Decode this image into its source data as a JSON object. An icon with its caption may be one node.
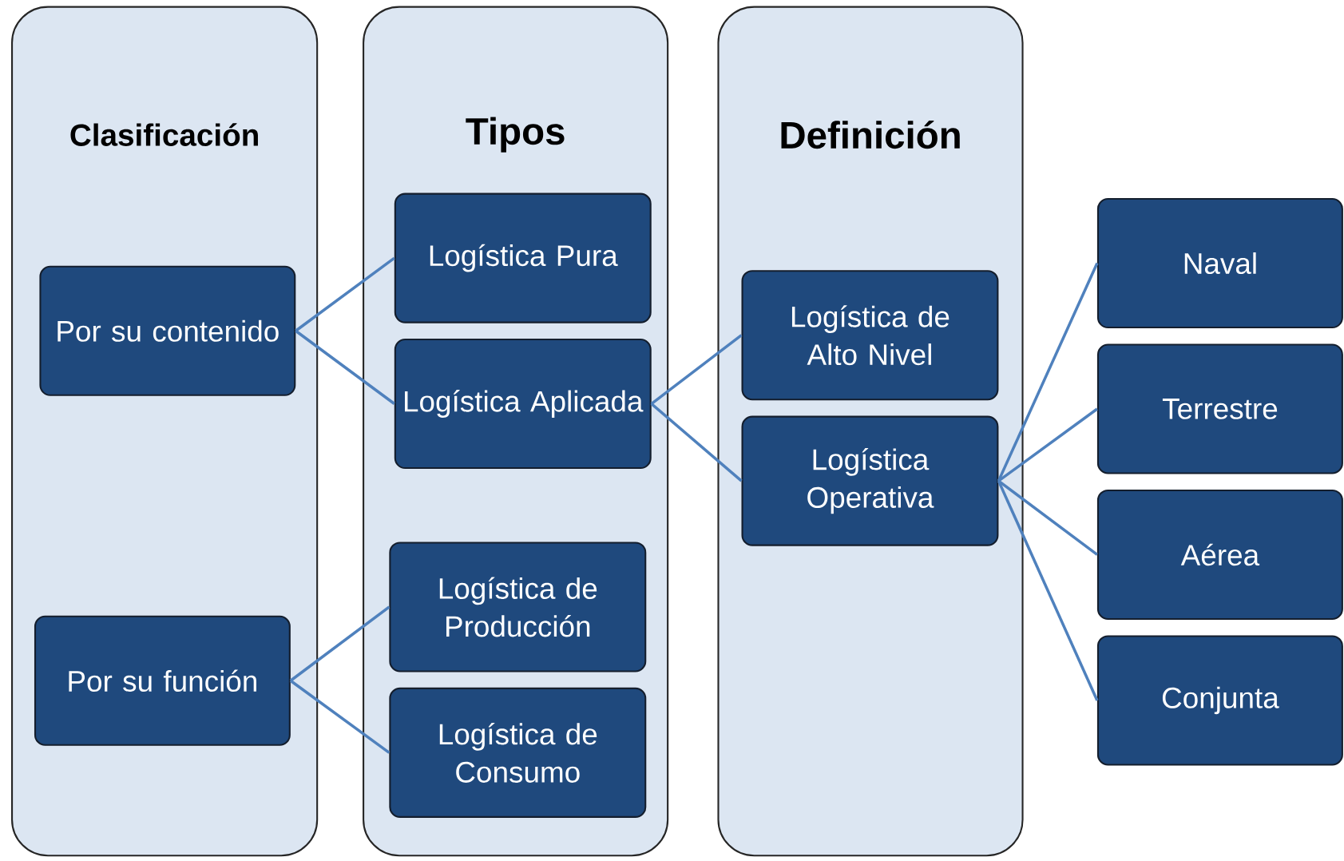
{
  "diagram": {
    "nodes": [
      {
        "text": [
          "Clasificación"
        ]
      },
      {
        "text": [
          "Por su contenido"
        ],
        "in": 0
      },
      {
        "text": [
          "Por su función"
        ],
        "in": 0
      },
      {
        "text": [
          "Tipos"
        ]
      },
      {
        "text": [
          "Logística Pura"
        ],
        "in": 3
      },
      {
        "text": [
          "Logística Aplicada"
        ],
        "in": 3
      },
      {
        "text": [
          "Logística de Producción"
        ],
        "in": 3
      },
      {
        "text": [
          "Logística de Consumo"
        ],
        "in": 3
      },
      {
        "text": [
          "Definición"
        ]
      },
      {
        "text": [
          "Logística de Alto Nivel"
        ],
        "in": 8
      },
      {
        "text": [
          "Logística Operativa"
        ],
        "in": 8
      },
      {
        "text": [
          "Naval"
        ]
      },
      {
        "text": [
          "Terrestre"
        ]
      },
      {
        "text": [
          "Aérea"
        ]
      },
      {
        "text": [
          "Conjunta"
        ]
      }
    ],
    "edges": [
      {
        "from": 1,
        "to": 4,
        "arrow": "none"
      },
      {
        "from": 1,
        "to": 5,
        "arrow": "none"
      },
      {
        "from": 2,
        "to": 6,
        "arrow": "none"
      },
      {
        "from": 2,
        "to": 7,
        "arrow": "none"
      },
      {
        "from": 5,
        "to": 9,
        "arrow": "none"
      },
      {
        "from": 5,
        "to": 10,
        "arrow": "none"
      },
      {
        "from": 10,
        "to": 11,
        "arrow": "none"
      },
      {
        "from": 10,
        "to": 12,
        "arrow": "none"
      },
      {
        "from": 10,
        "to": 13,
        "arrow": "none"
      },
      {
        "from": 10,
        "to": 14,
        "arrow": "none"
      }
    ]
  }
}
